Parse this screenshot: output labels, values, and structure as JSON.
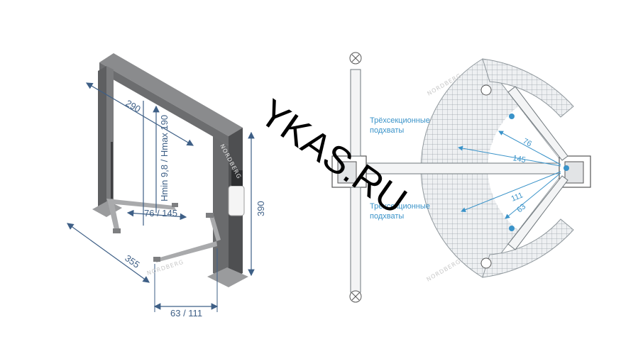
{
  "left_view": {
    "brand": "NORDBERG",
    "dim_width_top": "290",
    "dim_height_range": "Hmin 9,8 / Hmax 190",
    "dim_arm_front": "76 / 145",
    "dim_total_height": "390",
    "dim_base_width": "355",
    "dim_arm_rear": "63 / 111"
  },
  "right_view": {
    "label_top_line1": "Трёхсекционные",
    "label_top_line2": "подхваты",
    "label_bottom_line1": "Трёхсекционные",
    "label_bottom_line2": "подхваты",
    "radius_76": "76",
    "radius_145": "145",
    "radius_111": "111",
    "radius_63": "63",
    "brand": "NORDBERG"
  },
  "watermark": "YKAS.RU",
  "colors": {
    "column": "#6b6c6e",
    "dimension_lines": "#3e5f86",
    "blue_annotation": "#3a93c9",
    "grid_fill": "#d9dde0",
    "watermark": "#000000"
  }
}
